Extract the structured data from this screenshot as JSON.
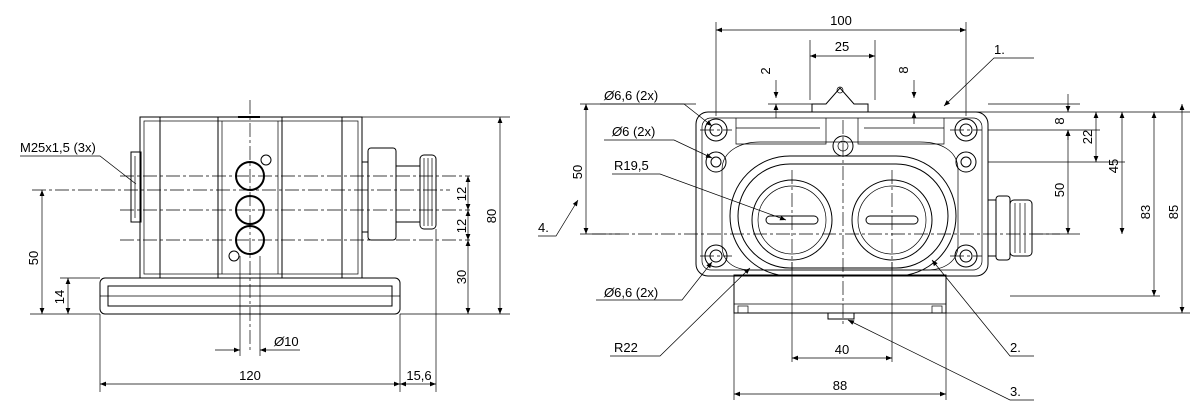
{
  "side_view": {
    "thread_label": "M25x1,5 (3x)",
    "dim_height_50": "50",
    "dim_base_14": "14",
    "dim_12_upper": "12",
    "dim_12_lower": "12",
    "dim_30": "30",
    "dim_80": "80",
    "dim_diameter_10": "10",
    "dim_width_120": "120",
    "dim_15_6": "15,6"
  },
  "front_view": {
    "dim_100": "100",
    "dim_25": "25",
    "dim_2": "2",
    "dim_8_top": "8",
    "hole_6_6_top": "6,6 (2x)",
    "hole_6": "6 (2x)",
    "radius_19_5": "R19,5",
    "dim_50_left": "50",
    "hole_6_6_bottom": "6,6 (2x)",
    "radius_22": "R22",
    "dim_40": "40",
    "dim_88": "88",
    "dim_8_right": "8",
    "dim_22": "22",
    "dim_45": "45",
    "dim_50_right": "50",
    "dim_83": "83",
    "dim_85": "85"
  },
  "callouts": {
    "c1": "1.",
    "c2": "2.",
    "c3": "3.",
    "c4": "4."
  },
  "symbols": {
    "diameter": "Ø"
  }
}
